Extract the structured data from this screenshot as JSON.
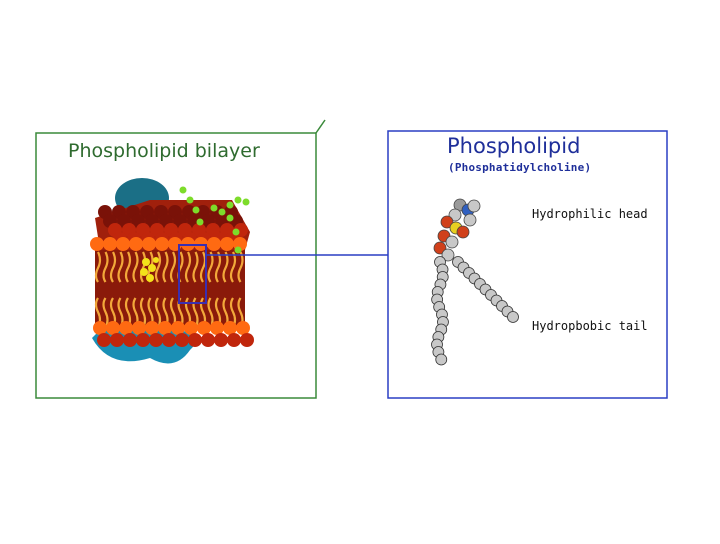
{
  "diagram": {
    "left_panel": {
      "title": "Phospholipid bilayer"
    },
    "right_panel": {
      "title": "Phospholipid",
      "subtitle": "(Phosphatidylcholine)",
      "labels": {
        "head": "Hydrophilic head",
        "tail": "Hydropbobic tail"
      }
    },
    "colors": {
      "left_border": "#3a8a3a",
      "right_border": "#2a3fc4",
      "connector": "#2a3fc4",
      "head_orange": "#ff6a12",
      "head_red": "#c0260c",
      "head_dark": "#7a1208",
      "tail": "#f2a83a",
      "protein_teal": "#1a8fb5",
      "protein_dark_teal": "#1b6f86",
      "sugar_green": "#7ddc2a",
      "cholesterol_yellow": "#f3e21a",
      "atom_grey": "#c8c8c8"
    }
  }
}
